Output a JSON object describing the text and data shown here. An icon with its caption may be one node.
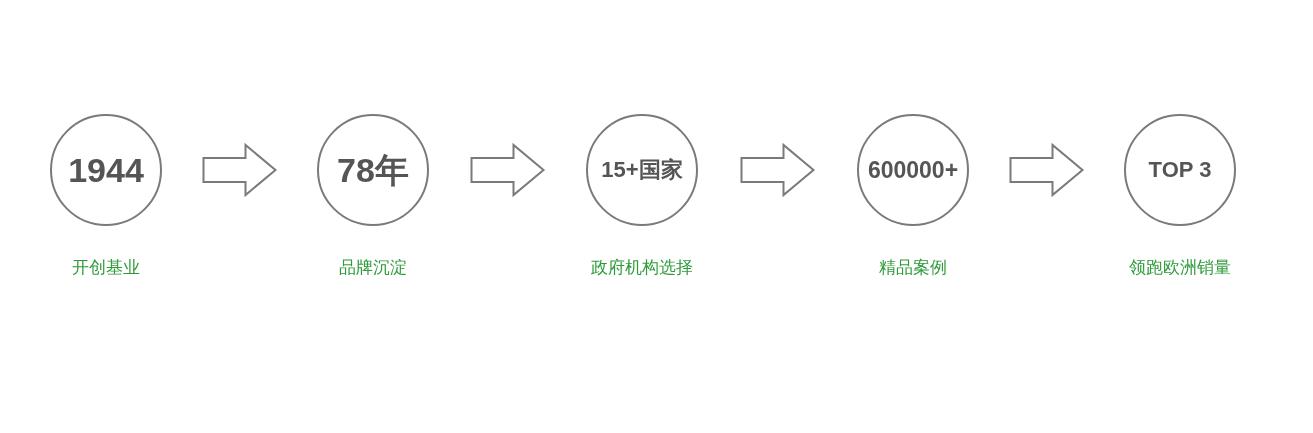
{
  "diagram": {
    "nodes": [
      {
        "text": [
          "1944"
        ],
        "beside": [
          "开创基业"
        ]
      },
      {
        "text": [
          "78年"
        ],
        "beside": [
          "品牌沉淀"
        ]
      },
      {
        "text": [
          "15+国家"
        ],
        "beside": [
          "政府机构选择"
        ]
      },
      {
        "text": [
          "600000+"
        ],
        "beside": [
          "精品案例"
        ]
      },
      {
        "text": [
          "TOP 3"
        ],
        "beside": [
          "领跑欧洲销量"
        ]
      }
    ],
    "edges": [
      {
        "from": 0,
        "to": 1,
        "arrow": "to"
      },
      {
        "from": 1,
        "to": 2,
        "arrow": "to"
      },
      {
        "from": 2,
        "to": 3,
        "arrow": "to"
      },
      {
        "from": 3,
        "to": 4,
        "arrow": "to"
      }
    ]
  }
}
